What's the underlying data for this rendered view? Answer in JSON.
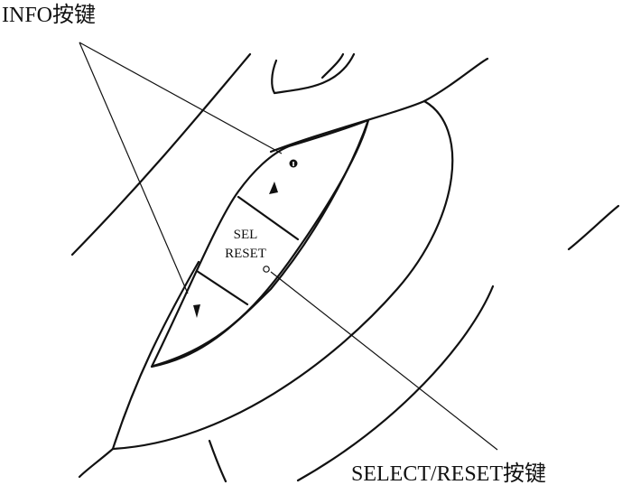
{
  "callouts": {
    "info": "INFO按键",
    "select_reset": "SELECT/RESET按键"
  },
  "buttons": {
    "sel_line1": "SEL",
    "sel_line2": "RESET"
  },
  "icons": {
    "info": "info-icon",
    "up": "up-arrow-icon",
    "down": "down-arrow-icon"
  }
}
